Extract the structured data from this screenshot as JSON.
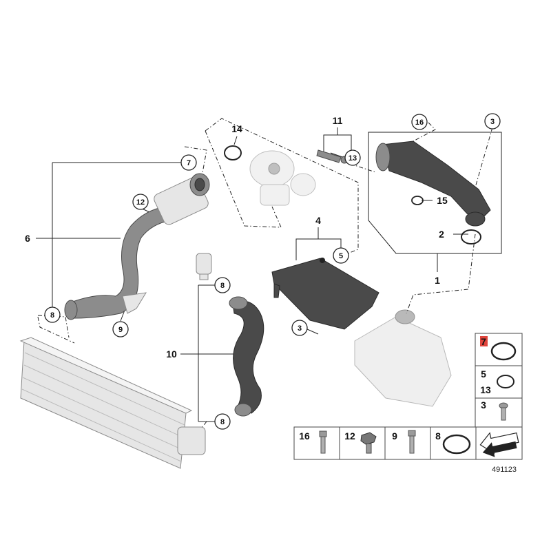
{
  "callouts": {
    "c1": "1",
    "c2": "2",
    "c3a": "3",
    "c3b": "3",
    "c4": "4",
    "c5": "5",
    "c6": "6",
    "c7": "7",
    "c8a": "8",
    "c8b": "8",
    "c8c": "8",
    "c9": "9",
    "c10": "10",
    "c11": "11",
    "c12": "12",
    "c13": "13",
    "c14": "14",
    "c15": "15",
    "c16": "16"
  },
  "legend": {
    "side": [
      "7",
      "5",
      "13",
      "3"
    ],
    "bottom": [
      "16",
      "12",
      "9",
      "8"
    ]
  },
  "doc_number": "491123",
  "colors": {
    "highlight": "#e0453d",
    "line": "#222222"
  }
}
